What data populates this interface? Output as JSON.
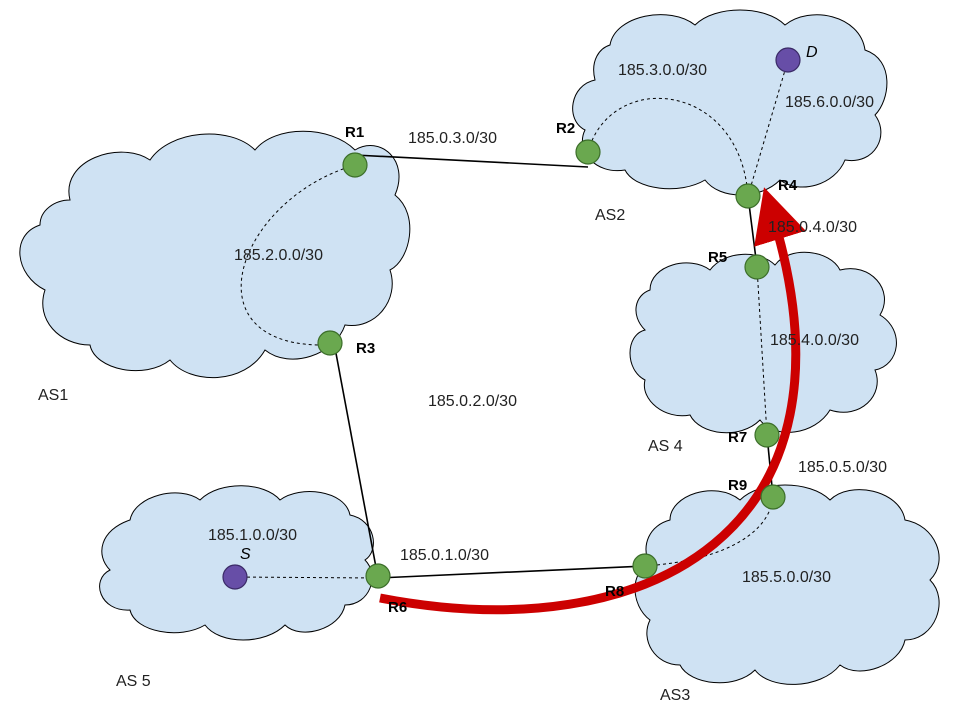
{
  "autonomous_systems": [
    {
      "id": "as1",
      "name": "AS1",
      "prefix": "185.2.0.0/30"
    },
    {
      "id": "as2",
      "name": "AS2",
      "prefix": "185.3.0.0/30"
    },
    {
      "id": "as3",
      "name": "AS3",
      "prefix": "185.5.0.0/30"
    },
    {
      "id": "as4",
      "name": "AS 4",
      "prefix": "185.4.0.0/30"
    },
    {
      "id": "as5",
      "name": "AS 5",
      "prefix": "185.1.0.0/30"
    }
  ],
  "routers": [
    "R1",
    "R2",
    "R3",
    "R4",
    "R5",
    "R6",
    "R7",
    "R8",
    "R9"
  ],
  "hosts": {
    "source": "S",
    "destination": "D"
  },
  "links": [
    {
      "id": "r1-r2",
      "label": "185.0.3.0/30"
    },
    {
      "id": "r3-r6",
      "label": "185.0.2.0/30"
    },
    {
      "id": "r6-r8",
      "label": "185.0.1.0/30"
    },
    {
      "id": "r4-r5",
      "label": "185.0.4.0/30"
    },
    {
      "id": "r7-r9",
      "label": "185.0.5.0/30"
    },
    {
      "id": "r4-d",
      "label": "185.6.0.0/30"
    }
  ],
  "path_color": "#cc0000",
  "colors": {
    "cloud_fill": "#cfe2f3",
    "router": "#6aa84f",
    "host": "#674ea7"
  }
}
